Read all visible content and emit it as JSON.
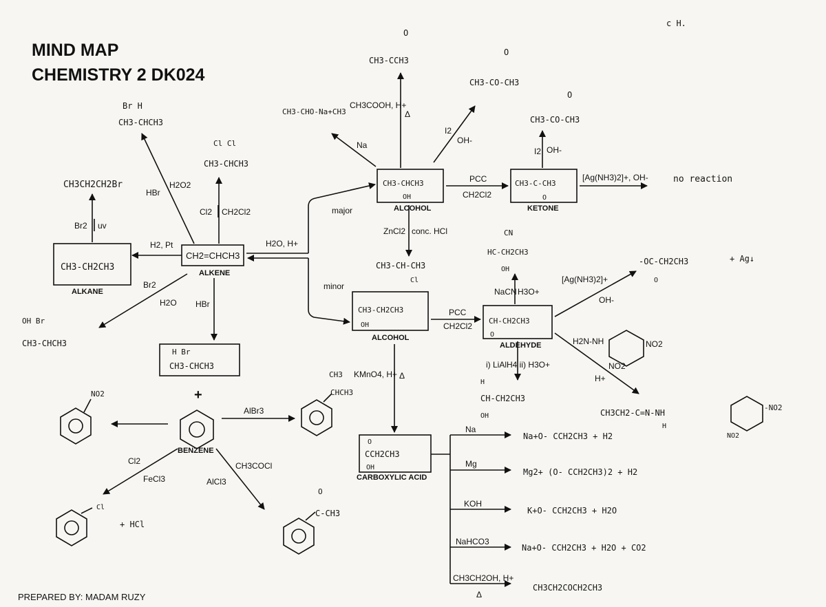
{
  "title": {
    "line1": "MIND MAP",
    "line2": "CHEMISTRY 2 DK024"
  },
  "footer": "PREPARED BY: MADAM RUZY",
  "corner_note": "c H.",
  "boxes": {
    "alkane": {
      "formula": "CH3-CH2CH3",
      "label": "ALKANE"
    },
    "alkene": {
      "formula": "CH2=CHCH3",
      "label": "ALKENE"
    },
    "bromo": {
      "formula": "CH3-CHCH3",
      "top": "H    Br"
    },
    "alcohol_major": {
      "formula": "CH3-CHCH3",
      "sub": "OH",
      "label": "ALCOHOL"
    },
    "ketone": {
      "formula": "CH3-C-CH3",
      "sub": "O",
      "label": "KETONE"
    },
    "alcohol_minor": {
      "formula": "CH3-CH2CH3",
      "sub": "OH",
      "label": "ALCOHOL"
    },
    "aldehyde": {
      "formula": "CH-CH2CH3",
      "sub": "O",
      "label": "ALDEHYDE"
    },
    "acid": {
      "formula": "CCH2CH3",
      "top": "O",
      "sub": "OH",
      "label": "CARBOXYLIC ACID"
    },
    "benzene": {
      "label": "BENZENE"
    }
  },
  "reagents": {
    "hbr_h2o2": "HBr",
    "h2o2": "H2O2",
    "cl2": "Cl2",
    "ch2cl2": "CH2Cl2",
    "br2": "Br2",
    "uv": "uv",
    "h2pt": "H2, Pt",
    "h2oh": "H2O, H+",
    "br2_alk": "Br2",
    "h2o": "H2O",
    "hbr": "HBr",
    "major": "major",
    "minor": "minor",
    "na": "Na",
    "ch3cooh": "CH3COOH, H+",
    "delta": "Δ",
    "i2": "I2",
    "oh": "OH-",
    "pcc1": "PCC",
    "ch2cl2_1": "CH2Cl2",
    "i2k": "I2",
    "ohk": "OH-",
    "tollens_k": "[Ag(NH3)2]+, OH-",
    "zncl2": "ZnCl2",
    "conchcl": "conc. HCl",
    "pcc2": "PCC",
    "ch2cl2_2": "CH2Cl2",
    "nacn": "NaCN",
    "h3o": "H3O+",
    "tollens_a": "[Ag(NH3)2]+",
    "oh_a": "OH-",
    "h2nnh": "H2N-NH",
    "no2_a": "NO2",
    "no2_b": "NO2",
    "hplus": "H+",
    "lialh4": "i) LiAlH4  ii) H3O+",
    "kmno4": "KMnO4, H+",
    "alcl3_b": "AlBr3",
    "cl2_b": "Cl2",
    "fecl3": "FeCl3",
    "ch3cocl": "CH3COCl",
    "alcl3": "AlCl3",
    "acid_na": "Na",
    "acid_mg": "Mg",
    "acid_koh": "KOH",
    "acid_nahco3": "NaHCO3",
    "acid_ester": "CH3CH2OH, H+",
    "acid_delta": "Δ"
  },
  "products": {
    "markov_br": "Br    H",
    "markov_br2": "CH3-CHCH3",
    "dichloro_top": "Cl    Cl",
    "dichloro": "CH3-CHCH3",
    "bromopropane": "CH3CH2CH2Br",
    "plus": "+",
    "diol_top": "OH       Br",
    "diol": "CH3-CHCH3",
    "acetone_top": "O",
    "acetone": "CH3-CCH3",
    "alkoxide": "CH3-CHO-Na+CH3",
    "acetate_top": "O",
    "acetate": "CH3-CO-CH3",
    "ketone_top": "O",
    "ketone_prod": "CH3-CO-CH3",
    "no_reaction": "no reaction",
    "chloro": "CH3-CH-CH3",
    "chloro_sub": "Cl",
    "cyanohydrin_top": "CN",
    "cyanohydrin": "HC-CH2CH3",
    "cyanohydrin_sub": "OH",
    "carboxylate": "-OC-CH2CH3",
    "carboxylate_sub": "O",
    "silver": "+ Ag↓",
    "hydrazone": "CH3CH2-C=N-NH",
    "hydrazone_sub": "H",
    "hydrazone_no2": "NO2",
    "hydrazone_no2b": "-NO2",
    "propanol": "CH-CH2CH3",
    "propanol_h": "H",
    "propanol_oh": "OH",
    "nitrobenzene": "NO2",
    "cumene_top": "CH3",
    "cumene": "CHCH3",
    "chlorobenzene": "Cl",
    "hcl": "+ HCl",
    "acetophenone_top": "O",
    "acetophenone": "C-CH3",
    "p_na": "Na+O- CCH2CH3 + H2",
    "p_mg": "Mg2+ (O- CCH2CH3)2 + H2",
    "p_koh": "K+O- CCH2CH3 + H2O",
    "p_nahco3": "Na+O- CCH2CH3 + H2O + CO2",
    "p_ester": "CH3CH2COCH2CH3"
  }
}
